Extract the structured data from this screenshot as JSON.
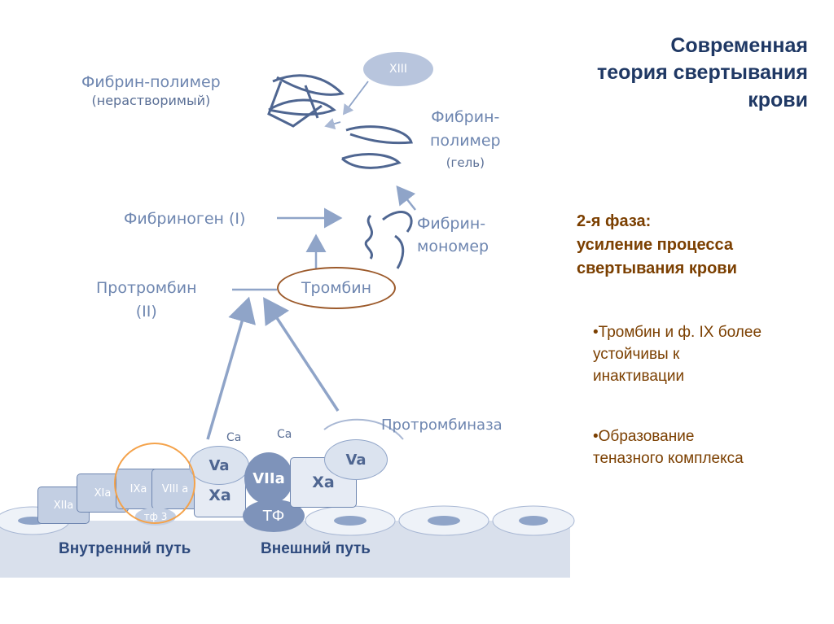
{
  "title": [
    "Современная",
    "теория свертывания",
    "крови"
  ],
  "phase": {
    "heading": "2-я фаза:",
    "line1": "усиление процесса",
    "line2": "свертывания крови"
  },
  "bullets": [
    [
      "•Тромбин и ф. IX более",
      "устойчивы к",
      "инактивации"
    ],
    [
      "•Образование",
      "теназного комплекса"
    ]
  ],
  "diagram": {
    "xiii": "XIII",
    "fibrin_polymer_insoluble": [
      "Фибрин-полимер",
      "(нерастворимый)"
    ],
    "fibrin_polymer_gel": [
      "Фибрин-",
      "полимер",
      "(гель)"
    ],
    "fibrinogen": "Фибриноген (I)",
    "fibrin_monomer": [
      "Фибрин-",
      "мономер"
    ],
    "prothrombin": [
      "Протромбин",
      "(II)"
    ],
    "thrombin": "Тромбин",
    "prothrombinase": "Протромбиназа",
    "ca_left": "Ca",
    "ca_right": "Ca",
    "factors": {
      "xiia": "XIIa",
      "xia": "XIa",
      "ixa": "IXa",
      "viiia": "VIII a",
      "tf3": "тф 3",
      "va_left": "Va",
      "xa_left": "Xa",
      "viia": "VIIa",
      "tf": "ТФ",
      "xa_right": "Xa",
      "va_right": "Va"
    },
    "intrinsic_path": "Внутренний путь",
    "extrinsic_path": "Внешний путь"
  },
  "colors": {
    "title": "#1f3864",
    "accent_text": "#7b3f00",
    "diagram_blue": "#6e86b0",
    "thrombin_ring": "#9c5a2b",
    "tenase_ring": "#f4a24a"
  }
}
